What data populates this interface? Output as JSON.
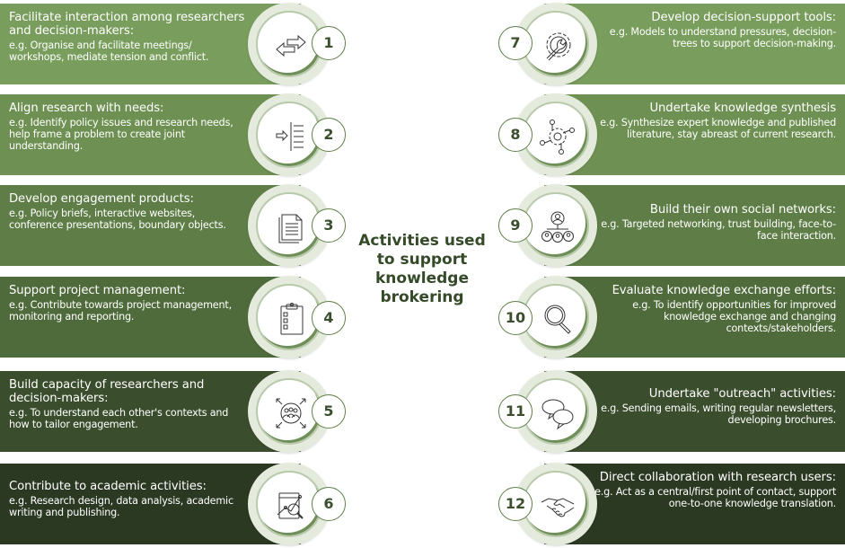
{
  "center_title": "Activities used to support knowledge brokering",
  "colors": {
    "row1": "#789d5c",
    "row2": "#6e9153",
    "row3": "#5e7d47",
    "row4": "#4f6b3b",
    "row5": "#3a4d2c",
    "row6": "#2b3822",
    "ring": "#e4ebdd",
    "number_text": "#3b4e2e"
  },
  "left_items": [
    {
      "number": "1",
      "title": "Facilitate interaction among researchers and decision-makers:",
      "desc": "e.g. Organise and facilitate meetings/ workshops, mediate tension and conflict.",
      "icon": "exchange-arrows-icon"
    },
    {
      "number": "2",
      "title": "Align research with needs:",
      "desc": "e.g. Identify policy issues and research needs, help frame a problem to create joint understanding.",
      "icon": "arrow-into-list-icon"
    },
    {
      "number": "3",
      "title": "Develop engagement products:",
      "desc": "e.g. Policy briefs, interactive websites, conference presentations, boundary objects.",
      "icon": "documents-icon"
    },
    {
      "number": "4",
      "title": "Support project management:",
      "desc": "e.g. Contribute towards project management, monitoring and reporting.",
      "icon": "clipboard-checklist-icon"
    },
    {
      "number": "5",
      "title": "Build capacity of researchers and decision-makers:",
      "desc": "e.g. To understand each other's contexts and how to tailor engagement.",
      "icon": "group-expand-icon"
    },
    {
      "number": "6",
      "title": "Contribute to academic activities:",
      "desc": "e.g. Research design, data analysis, academic writing and publishing.",
      "icon": "data-analysis-icon"
    }
  ],
  "right_items": [
    {
      "number": "7",
      "title": "Develop decision-support tools:",
      "desc": "e.g. Models to understand pressures, decision-trees to support decision-making.",
      "icon": "gear-wrench-icon"
    },
    {
      "number": "8",
      "title": "Undertake knowledge synthesis",
      "desc": "e.g. Synthesize expert knowledge and published literature, stay abreast of current research.",
      "icon": "network-gear-icon"
    },
    {
      "number": "9",
      "title": "Build their own social networks:",
      "desc": "e.g. Targeted networking, trust building, face-to-face interaction.",
      "icon": "people-network-icon"
    },
    {
      "number": "10",
      "title": "Evaluate knowledge exchange efforts:",
      "desc": "e.g. To identify opportunities for improved knowledge exchange and changing contexts/stakeholders.",
      "icon": "magnifier-icon"
    },
    {
      "number": "11",
      "title": "Undertake \"outreach\" activities:",
      "desc": "e.g. Sending emails, writing regular newsletters, developing brochures.",
      "icon": "speech-bubbles-icon"
    },
    {
      "number": "12",
      "title": "Direct collaboration with research users:",
      "desc": "e.g. Act as a central/first point of contact, support one-to-one knowledge translation.",
      "icon": "handshake-icon"
    }
  ]
}
